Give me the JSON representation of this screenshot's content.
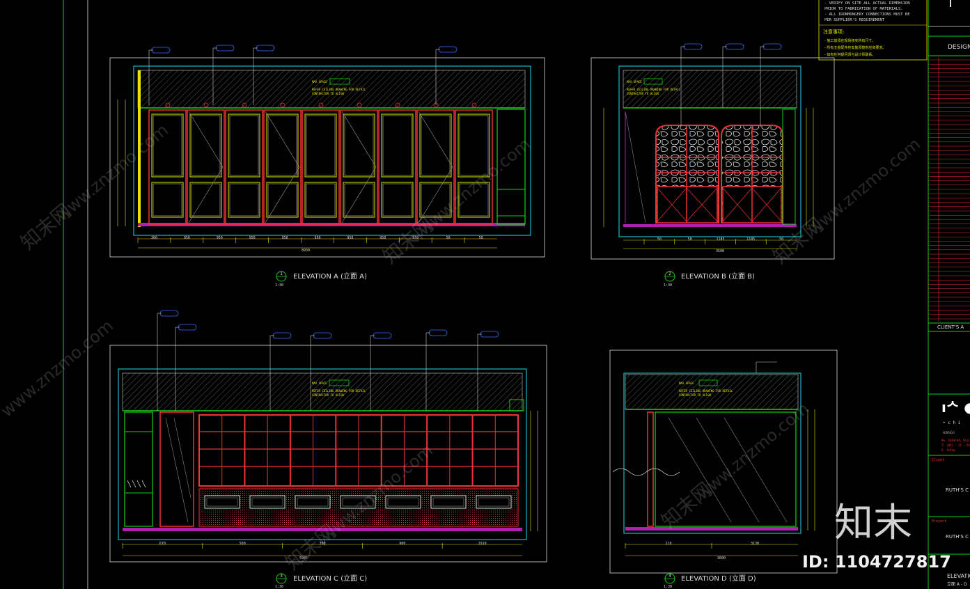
{
  "notes": {
    "english": [
      "- VERIFY ON SITE ALL ACTUAL DIMENSION",
      "  PRIOR TO FABRICATION OF MATERIALS.",
      "- ALL IRONMONGERY CONNECTIONS MUST BE",
      "  PER SUPPLIER'S REQUIREMENT"
    ],
    "chinese_title": "注意事项:",
    "chinese": [
      "- 施工前须在现场核实所有尺寸。",
      "- 所有五金配件的安装须按供应商要求。",
      "- 如有任何疑问须与设计师联系。"
    ]
  },
  "title_block": {
    "design_label": "DESIGN",
    "clients_label": "CLIENT'S A",
    "logo": "ıᄉ ●",
    "logo_sub": "• c h i",
    "client_label": "Client",
    "client_name": "RUTH'S C",
    "project_label": "Project",
    "project_name": "RUTH'S C",
    "drawing_title": "ELEVATIO",
    "drawing_code": "立面 A - D"
  },
  "elevations": [
    {
      "num": "1",
      "title": "ELEVATION A (立面 A)",
      "scale": "1:30"
    },
    {
      "num": "2",
      "title": "ELEVATION B (立面 B)",
      "scale": "1:30"
    },
    {
      "num": "3",
      "title": "ELEVATION C (立面 C)",
      "scale": "1:30"
    },
    {
      "num": "4",
      "title": "ELEVATION D (立面 D)",
      "scale": "1:30"
    }
  ],
  "dims": {
    "a_bottom": [
      "300",
      "950",
      "950",
      "950",
      "950",
      "950",
      "950",
      "950",
      "950",
      "50",
      "50"
    ],
    "a_total": "8930",
    "b_bottom": [
      "50",
      "50",
      "1185",
      "1185",
      "50"
    ],
    "b_total": "3500",
    "c_bottom": [
      "670",
      "500",
      "300",
      "900",
      "2910"
    ],
    "c_total": "5945",
    "d_bottom": [
      "210",
      "3130"
    ],
    "d_total": "3600"
  },
  "watermark": {
    "brand_cn": "知末",
    "site_cn": "知末网",
    "site": "www.znzmo.com",
    "id_text": "ID: 1104727817"
  }
}
